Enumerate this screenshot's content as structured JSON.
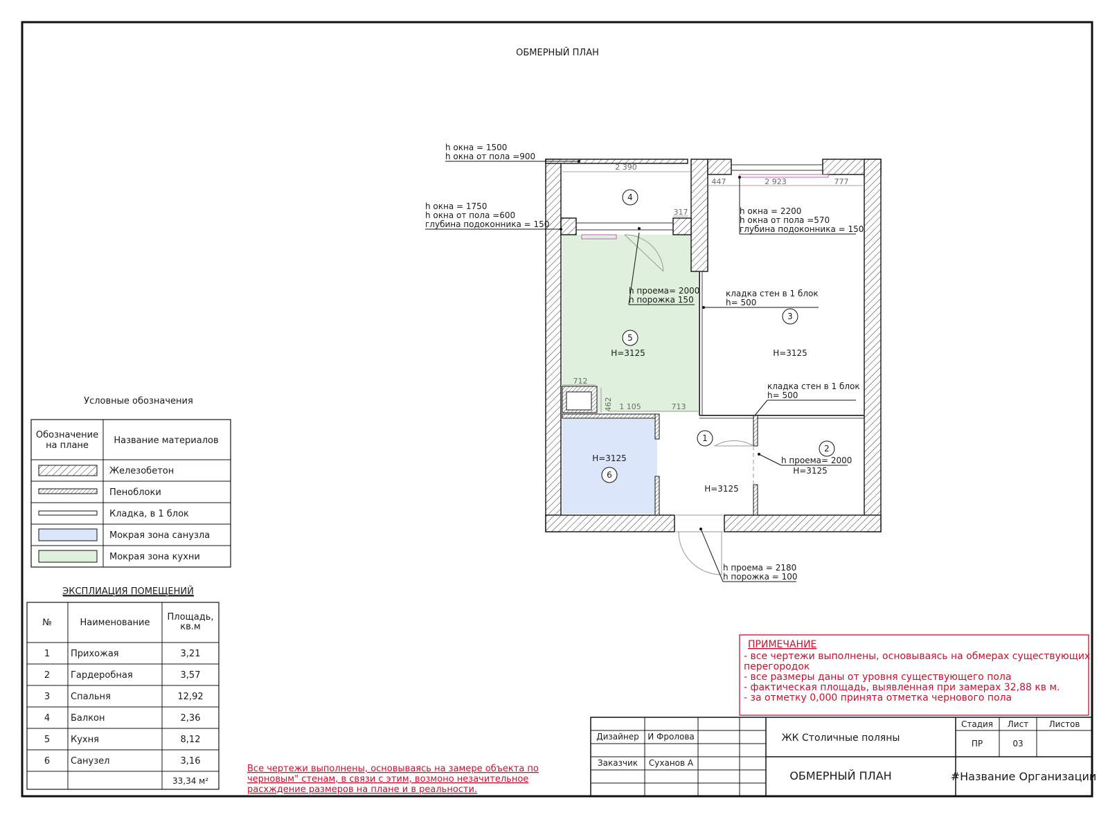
{
  "title": "ОБМЕРНЫЙ ПЛАН",
  "plan": {
    "rooms": [
      {
        "num": "4",
        "height": ""
      },
      {
        "num": "3",
        "height": "H=3125"
      },
      {
        "num": "5",
        "height": "H=3125"
      },
      {
        "num": "1",
        "height": "H=3125"
      },
      {
        "num": "2",
        "height": "H=3125"
      },
      {
        "num": "6",
        "height": "H=3125"
      }
    ],
    "dimensions": {
      "d2390": "2 390",
      "d317": "317",
      "d447": "447",
      "d2923": "2 923",
      "d777": "777",
      "d712": "712",
      "d462": "462",
      "d1105": "1 105",
      "d713": "713"
    },
    "annotations": {
      "win_balcony": [
        "h окна = 1500",
        "h окна от пола =900"
      ],
      "win_kitchen": [
        "h окна = 1750",
        "h окна от пола =600",
        "глубина подоконника = 150"
      ],
      "win_bedroom": [
        "h окна = 2200",
        "h окна от пола =570",
        "глубина подоконника = 150"
      ],
      "door_kitchen": [
        "h проема= 2000",
        "h порожка 150"
      ],
      "masonry_top": [
        "кладка стен в 1 блок",
        "h= 500"
      ],
      "masonry_bottom": [
        "кладка стен в 1 блок",
        "h= 500"
      ],
      "door_wardrobe": "h проема= 2000",
      "door_entry": [
        "h проема = 2180",
        "h порожка = 100"
      ]
    }
  },
  "legend": {
    "title": "Условные обозначения",
    "col1": [
      "Обозначение",
      "на плане"
    ],
    "col2": "Название материалов",
    "items": [
      "Железобетон",
      "Пеноблоки",
      "Кладка, в 1 блок",
      "Мокрая зона санузла",
      "Мокрая зона кухни"
    ]
  },
  "explication": {
    "title": "ЭКСПЛИАЦИЯ ПОМЕЩЕНИЙ",
    "headers": [
      "№",
      "Наименование",
      "Площадь,",
      "кв.м"
    ],
    "rows": [
      {
        "n": "1",
        "name": "Прихожая",
        "area": "3,21"
      },
      {
        "n": "2",
        "name": "Гардеробная",
        "area": "3,57"
      },
      {
        "n": "3",
        "name": "Спальня",
        "area": "12,92"
      },
      {
        "n": "4",
        "name": "Балкон",
        "area": "2,36"
      },
      {
        "n": "5",
        "name": "Кухня",
        "area": "8,12"
      },
      {
        "n": "6",
        "name": "Санузел",
        "area": "3,16"
      }
    ],
    "total": "33,34 м²"
  },
  "bottom_note": [
    "Все чертежи выполнены, основываясь на замере объекта по",
    "черновым\" стенам, в связи с этим, возмоно незачительное",
    "расхждение размеров на плане и в реальности."
  ],
  "note": {
    "title": "ПРИМЕЧАНИЕ",
    "lines": [
      "- все чертежи выполнены, основываясь на обмерах существующих",
      "перегородок",
      "- все размеры даны от уровня существующего пола",
      "- фактическая площадь, выявленная при замерах 32,88 кв м.",
      "- за отметку 0,000 принята отметка чернового пола"
    ]
  },
  "stamp": {
    "designer_label": "Дизайнер",
    "designer_name": "И Фролова",
    "client_label": "Заказчик",
    "client_name": "Суханов А",
    "project": "ЖК Столичные поляны",
    "sheet_title": "ОБМЕРНЫЙ ПЛАН",
    "stage_label": "Стадия",
    "sheet_label": "Лист",
    "sheets_label": "Листов",
    "stage": "ПР",
    "sheet": "03",
    "sheets": "",
    "org": "#Название Организации"
  },
  "colors": {
    "bathroom_fill": "#dbe6fb",
    "kitchen_fill": "#dff0dc",
    "note_red": "#c8102e",
    "door_arc": "#9a9a9a"
  }
}
